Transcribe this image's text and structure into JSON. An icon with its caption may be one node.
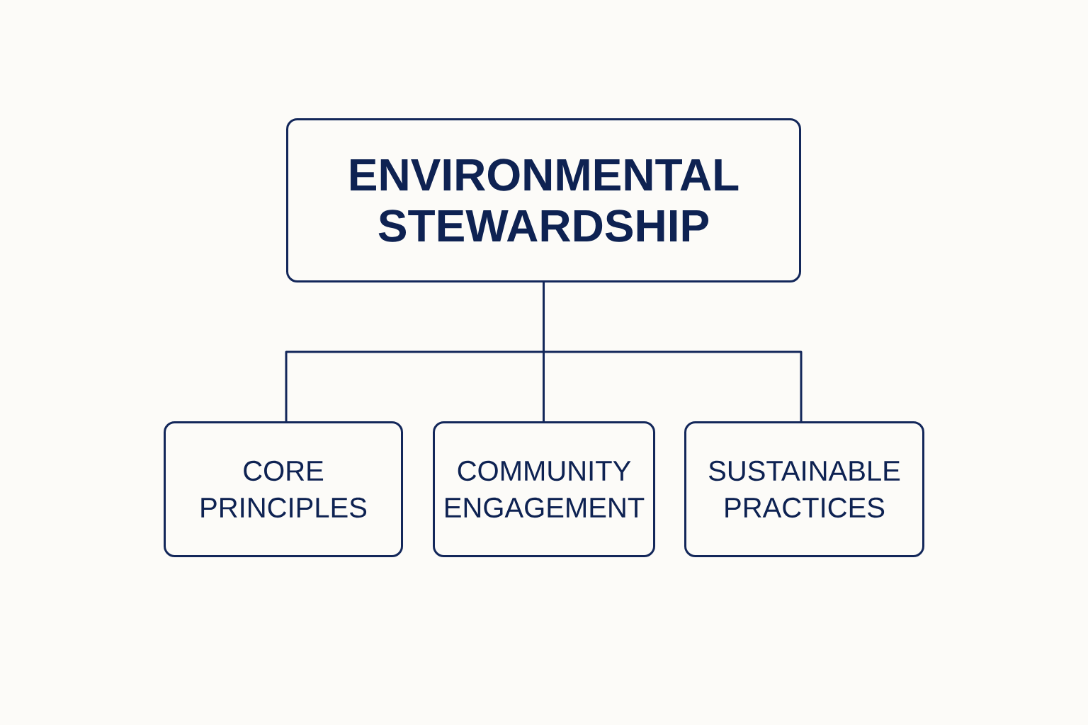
{
  "diagram": {
    "nodes": [
      {
        "text": [
          "ENVIRONMENTAL STEWARDSHIP"
        ]
      },
      {
        "text": [
          "CORE PRINCIPLES"
        ]
      },
      {
        "text": [
          "COMMUNITY ENGAGEMENT"
        ]
      },
      {
        "text": [
          "SUSTAINABLE PRACTICES"
        ]
      }
    ],
    "edges": [
      {
        "from": 0,
        "to": 1,
        "arrow": "none"
      },
      {
        "from": 0,
        "to": 2,
        "arrow": "none"
      },
      {
        "from": 0,
        "to": 3,
        "arrow": "none"
      }
    ]
  }
}
